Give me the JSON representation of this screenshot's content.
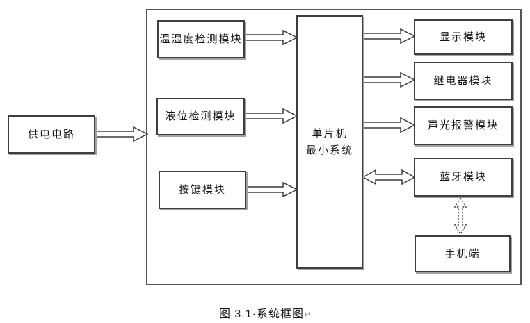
{
  "diagram": {
    "nodes": {
      "power": {
        "label": "供电电路"
      },
      "temp_humidity": {
        "label": "温湿度检测模块"
      },
      "liquid_level": {
        "label": "液位检测模块"
      },
      "keypad": {
        "label": "按键模块"
      },
      "mcu": {
        "label": "单片机\n最小系统"
      },
      "display": {
        "label": "显示模块"
      },
      "relay": {
        "label": "继电器模块"
      },
      "sound_light_alarm": {
        "label": "声光报警模块"
      },
      "bluetooth": {
        "label": "蓝牙模块"
      },
      "phone": {
        "label": "手机端"
      }
    },
    "connections": [
      {
        "from": "供电电路",
        "to": "系统(外框)",
        "type": "arrow"
      },
      {
        "from": "温湿度检测模块",
        "to": "单片机最小系统",
        "type": "arrow"
      },
      {
        "from": "液位检测模块",
        "to": "单片机最小系统",
        "type": "arrow"
      },
      {
        "from": "按键模块",
        "to": "单片机最小系统",
        "type": "arrow"
      },
      {
        "from": "单片机最小系统",
        "to": "显示模块",
        "type": "arrow"
      },
      {
        "from": "单片机最小系统",
        "to": "继电器模块",
        "type": "arrow"
      },
      {
        "from": "单片机最小系统",
        "to": "声光报警模块",
        "type": "arrow"
      },
      {
        "from": "单片机最小系统",
        "to": "蓝牙模块",
        "type": "double-arrow"
      },
      {
        "from": "蓝牙模块",
        "to": "手机端",
        "type": "dashed-double-arrow"
      }
    ],
    "caption": {
      "text": "图 3.1·系统框图",
      "paragraph_mark": "↵"
    },
    "colors": {
      "background": "#ffffff",
      "box_border": "#3e3e3e",
      "box_shadow": "#a2a2a2",
      "frame_border": "#565656",
      "text": "#161616"
    }
  }
}
